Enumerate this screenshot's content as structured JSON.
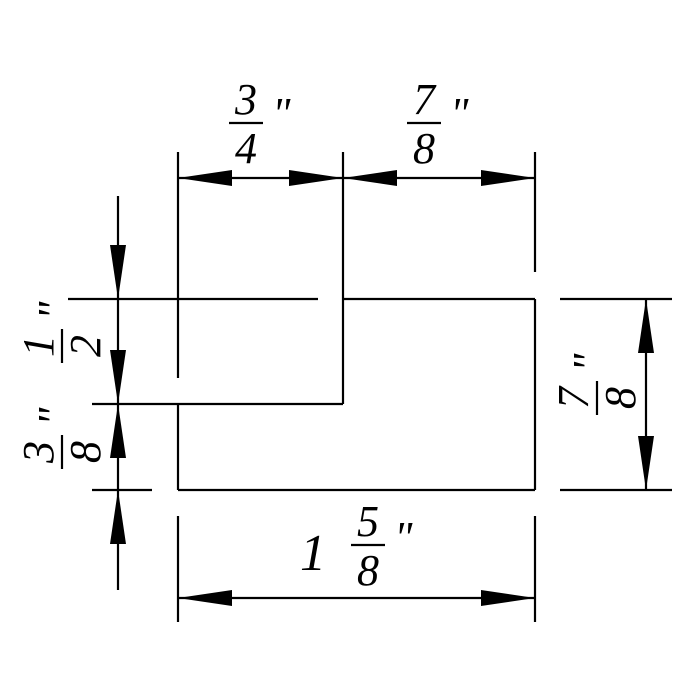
{
  "dimensions": {
    "top_left": {
      "numerator": "3",
      "denominator": "4",
      "unit": "\""
    },
    "top_right": {
      "numerator": "7",
      "denominator": "8",
      "unit": "\""
    },
    "left_upper": {
      "numerator": "1",
      "denominator": "2",
      "unit": "\""
    },
    "left_lower": {
      "numerator": "3",
      "denominator": "8",
      "unit": "\""
    },
    "right": {
      "numerator": "7",
      "denominator": "8",
      "unit": "\""
    },
    "bottom": {
      "whole": "1",
      "numerator": "5",
      "denominator": "8",
      "unit": "\""
    }
  }
}
